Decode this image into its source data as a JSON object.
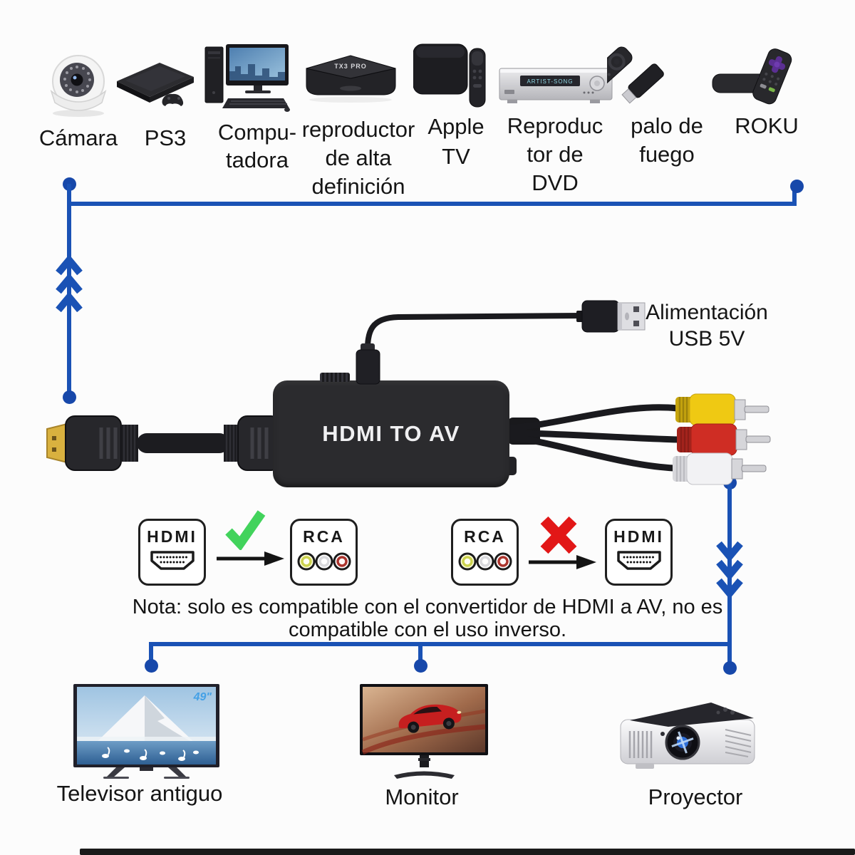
{
  "colors": {
    "connector_blue": "#1a52b5",
    "check_green": "#42d35c",
    "cross_red": "#e21717",
    "rca_yellow": "#efc913",
    "rca_red": "#cf2d24",
    "rca_white": "#f1f1f3"
  },
  "top_devices": [
    {
      "label": "Cámara"
    },
    {
      "label": "PS3"
    },
    {
      "label": "Compu-\ntadora"
    },
    {
      "label": "reproductor\nde alta\ndefinición"
    },
    {
      "label": "Apple\nTV"
    },
    {
      "label": "Reproduc\ntor de\nDVD"
    },
    {
      "label": "palo de\nfuego"
    },
    {
      "label": "ROKU"
    }
  ],
  "devices_detail": {
    "hd_player_brand": "TX3 PRO",
    "dvd_display": "ARTIST-SONG"
  },
  "converter": {
    "label": "HDMI TO AV",
    "power_label": "Alimentación\nUSB 5V"
  },
  "compatibility": {
    "forward_from": "HDMI",
    "forward_to": "RCA",
    "reverse_from": "RCA",
    "reverse_to": "HDMI",
    "note": "Nota: solo es compatible con el convertidor de HDMI a AV, no es\ncompatible con el uso inverso."
  },
  "bottom_devices": [
    {
      "label": "Televisor antiguo",
      "badge": "49\""
    },
    {
      "label": "Monitor"
    },
    {
      "label": "Proyector"
    }
  ]
}
